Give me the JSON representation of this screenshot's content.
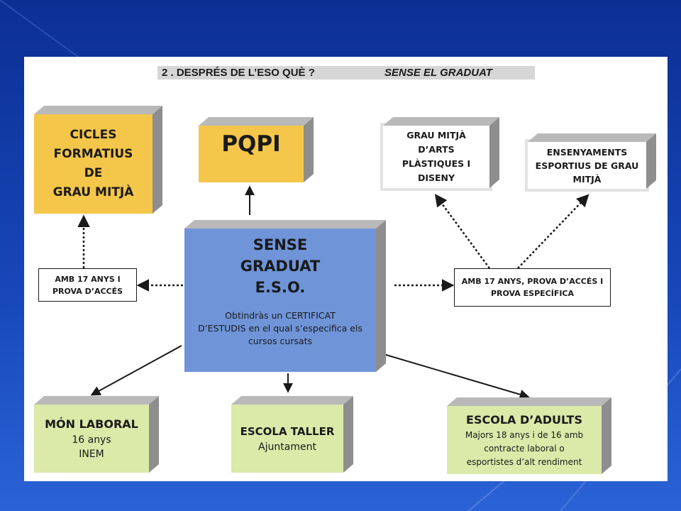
{
  "title": {
    "left": "2 .   DESPRÉS DE L’ESO QUÈ ?",
    "right": "SENSE   EL GRADUAT"
  },
  "boxes": {
    "cicles": {
      "lines": [
        "CICLES",
        "FORMATIUS",
        "DE",
        "GRAU MITJÀ"
      ]
    },
    "pqpi": {
      "text": "PQPI"
    },
    "arts": {
      "lines": [
        "GRAU MITJÀ",
        "D’ARTS",
        "PLÀSTIQUES I",
        "DISENY"
      ]
    },
    "esportius": {
      "lines": [
        "ENSENYAMENTS",
        "ESPORTIUS DE GRAU",
        "MITJÀ"
      ]
    },
    "sense": {
      "lines": [
        "SENSE",
        "GRADUAT",
        "E.S.O."
      ],
      "desc": [
        "Obtindràs un CERTIFICAT",
        "D’ESTUDIS en el qual s’especifica els",
        "cursos cursats"
      ]
    },
    "mon_laboral": {
      "title": "MÓN LABORAL",
      "lines": [
        "16 anys",
        "INEM"
      ]
    },
    "escola_taller": {
      "title": "ESCOLA TALLER",
      "lines": [
        "Ajuntament"
      ]
    },
    "escola_adults": {
      "title": "ESCOLA D’ADULTS",
      "lines": [
        "Majors 18 anys i de 16 amb",
        "contracte laboral o",
        "esportistes d’alt rendiment"
      ]
    }
  },
  "conditions": {
    "left": [
      "AMB 17 ANYS I",
      "PROVA D’ACCÉS"
    ],
    "right": [
      "AMB 17 ANYS, PROVA D’ACCÉS I",
      "PROVA ESPECÍFICA"
    ]
  },
  "colors": {
    "background": "#1646b8",
    "yellow_box": "#f4c64a",
    "blue_box": "#6f94d8",
    "green_box": "#dbe9a9",
    "title_bar": "#d6d6d6"
  }
}
